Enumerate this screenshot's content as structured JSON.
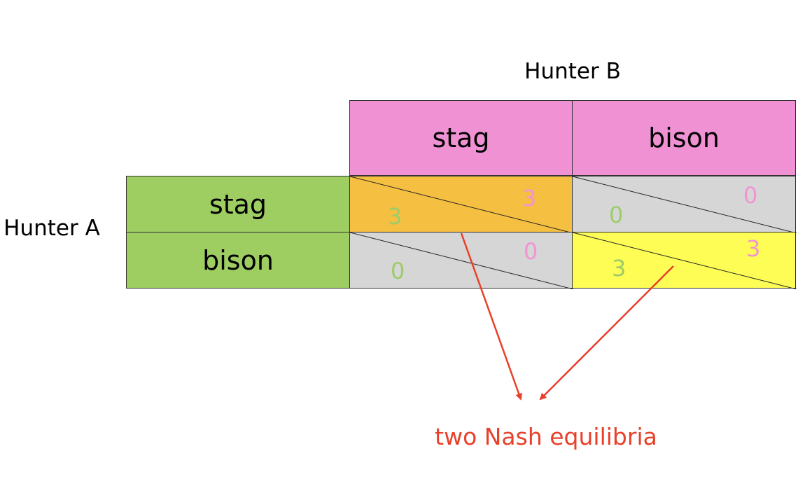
{
  "players": {
    "column_player": "Hunter B",
    "row_player": "Hunter A"
  },
  "strategies": {
    "columns": [
      "stag",
      "bison"
    ],
    "rows": [
      "stag",
      "bison"
    ]
  },
  "payoffs": {
    "stag_stag": {
      "a": "3",
      "b": "3",
      "highlight": "#f5bf42"
    },
    "stag_bison": {
      "a": "0",
      "b": "0",
      "highlight": "#d6d6d6"
    },
    "bison_stag": {
      "a": "0",
      "b": "0",
      "highlight": "#d6d6d6"
    },
    "bison_bison": {
      "a": "3",
      "b": "3",
      "highlight": "#fdfd55"
    }
  },
  "annotation": {
    "text": "two Nash equilibria",
    "color": "#e8402a"
  },
  "colors": {
    "column_header": "#ef91d3",
    "row_header": "#9ecd62",
    "payoff_a": "#9ccc6a",
    "payoff_b": "#f294d4"
  }
}
